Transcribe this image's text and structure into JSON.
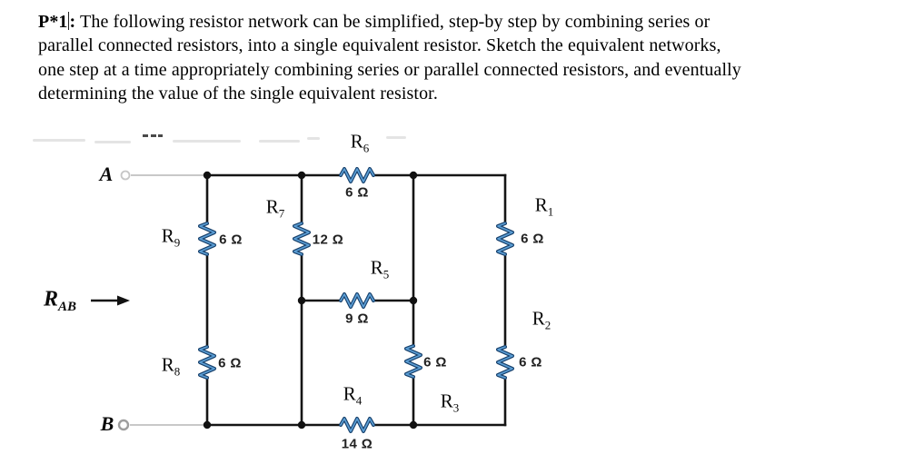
{
  "problem": {
    "label": "P*1",
    "colon": ":",
    "lines": [
      " The following resistor network can be simplified, step-by step by combining series or",
      "parallel connected resistors, into a single equivalent resistor.  Sketch the equivalent networks,",
      "one step at a time appropriately combining series or parallel connected resistors, and eventually",
      "determining the value of the single equivalent resistor."
    ]
  },
  "circuit": {
    "terminal_a": "A",
    "terminal_b": "B",
    "rab": {
      "base": "R",
      "sub": "AB"
    },
    "wire_color": "#151515",
    "resistor_color": "#17406b",
    "resistor_highlight": "#5c9fd6",
    "resistors": [
      {
        "base": "R",
        "sub": "1",
        "value": "6 Ω"
      },
      {
        "base": "R",
        "sub": "2",
        "value": "6 Ω"
      },
      {
        "base": "R",
        "sub": "3",
        "value": "6 Ω"
      },
      {
        "base": "R",
        "sub": "4",
        "value": "14 Ω"
      },
      {
        "base": "R",
        "sub": "5",
        "value": "9 Ω"
      },
      {
        "base": "R",
        "sub": "6",
        "value": "6 Ω"
      },
      {
        "base": "R",
        "sub": "7",
        "value": "12 Ω"
      },
      {
        "base": "R",
        "sub": "8",
        "value": "6 Ω"
      },
      {
        "base": "R",
        "sub": "9",
        "value": "6 Ω"
      }
    ]
  }
}
